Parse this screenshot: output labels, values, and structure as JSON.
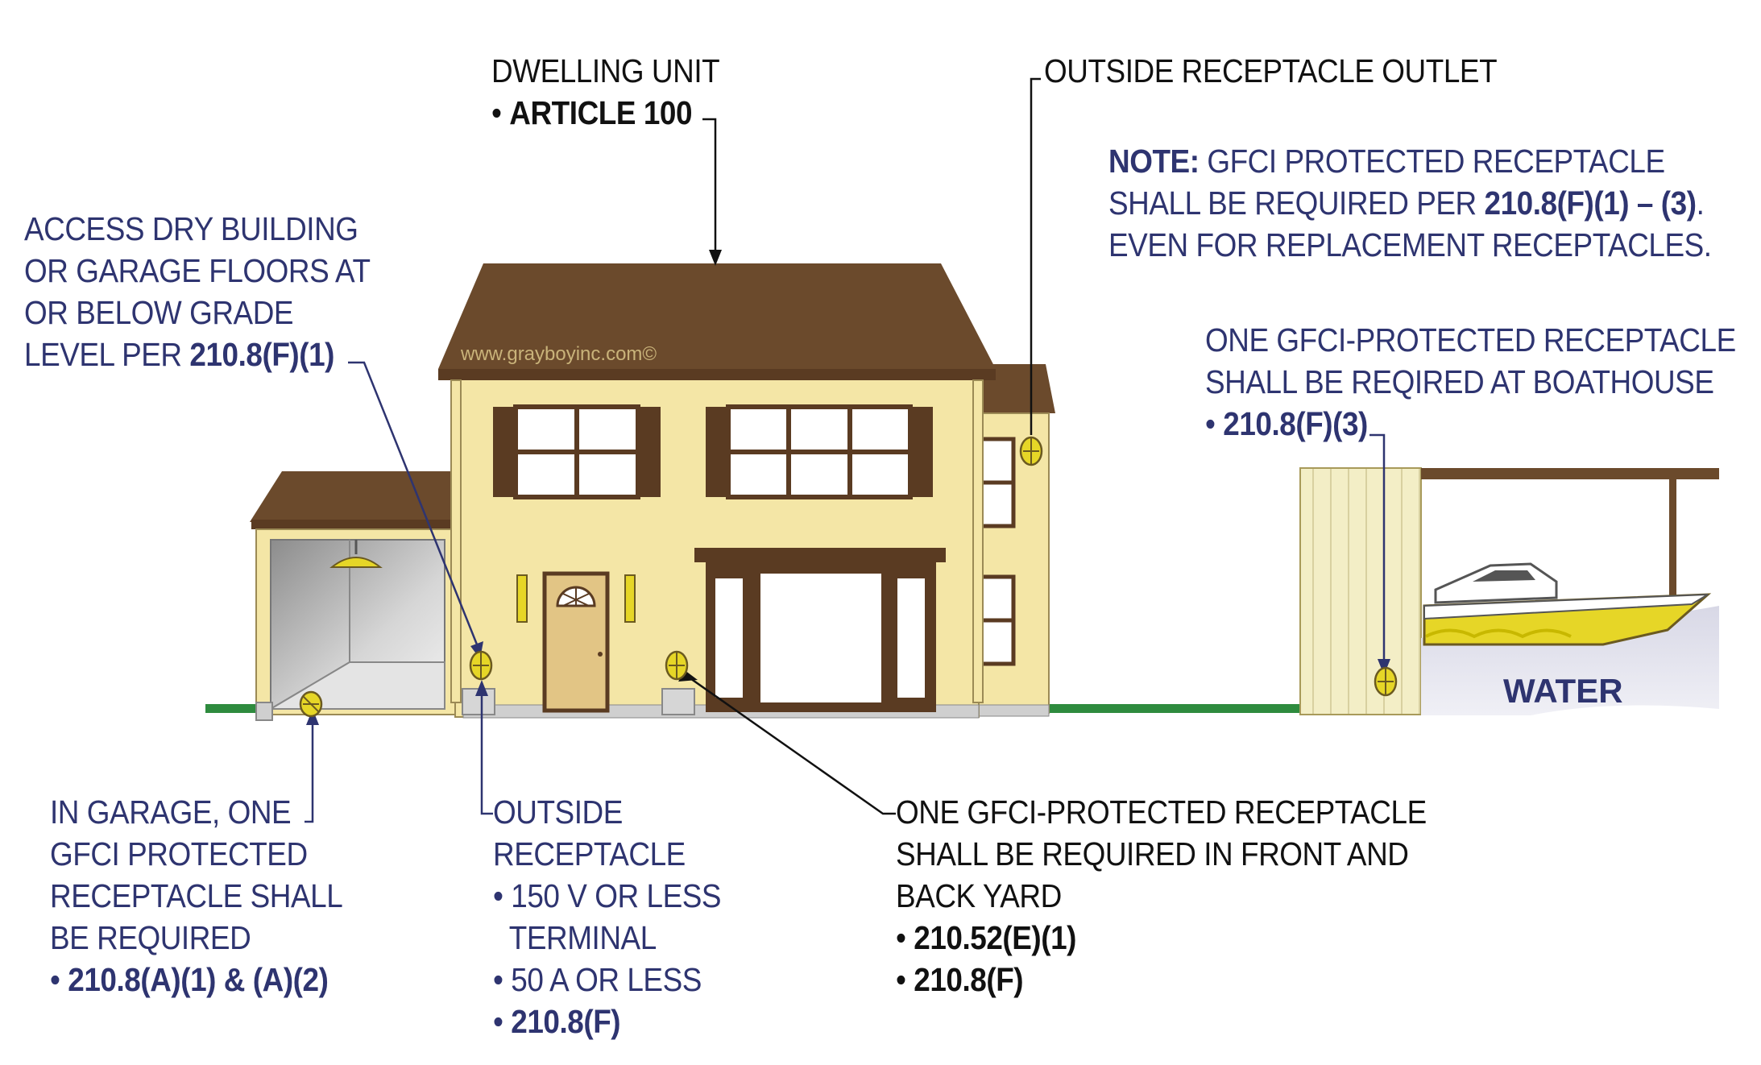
{
  "colors": {
    "navy_text": "#2e3470",
    "black_text": "#111111",
    "wall": "#f4e6a6",
    "roof": "#6b4a2c",
    "trim": "#5a3b22",
    "ground": "#2e8b3e",
    "receptacle": "#e6d627",
    "water": "#e3e3ee",
    "boathouse": "#f3eec6"
  },
  "watermark": "www.grayboyinc.com©",
  "water_label": "WATER",
  "callouts": {
    "dwelling": {
      "line1": "DWELLING UNIT",
      "line2_bullet": "• ",
      "line2_ref": "ARTICLE 100"
    },
    "outside_outlet": {
      "line1": "OUTSIDE RECEPTACLE OUTLET"
    },
    "note": {
      "prefix": "NOTE:",
      "line1": " GFCI PROTECTED RECEPTACLE",
      "line2_text": "SHALL BE REQUIRED PER ",
      "line2_ref": "210.8(F)(1) – (3)",
      "line2_end": ".",
      "line3": "EVEN FOR REPLACEMENT RECEPTACLES."
    },
    "access": {
      "line1": "ACCESS DRY BUILDING",
      "line2": "OR GARAGE FLOORS AT",
      "line3": "OR BELOW GRADE",
      "line4_text": "LEVEL PER ",
      "line4_ref": "210.8(F)(1)"
    },
    "boathouse": {
      "line1": "ONE GFCI-PROTECTED RECEPTACLE",
      "line2": "SHALL BE REQIRED AT BOATHOUSE",
      "line3_bullet": "• ",
      "line3_ref": "210.8(F)(3)"
    },
    "garage": {
      "line1": "IN GARAGE, ONE",
      "line2": "GFCI PROTECTED",
      "line3": "RECEPTACLE SHALL",
      "line4": "BE REQUIRED",
      "line5_bullet": "•  ",
      "line5_ref": "210.8(A)(1) & (A)(2)"
    },
    "outside_receptacle": {
      "line1": "OUTSIDE",
      "line2": "RECEPTACLE",
      "line3": "• 150 V OR LESS",
      "line4": "TERMINAL",
      "line5": "• 50 A OR LESS",
      "line6_bullet": "• ",
      "line6_ref": "210.8(F)"
    },
    "front_back": {
      "line1": "ONE GFCI-PROTECTED RECEPTACLE",
      "line2": "SHALL BE REQUIRED IN FRONT AND",
      "line3": "BACK YARD",
      "line4_bullet": "• ",
      "line4_ref": "210.52(E)(1)",
      "line5_bullet": "• ",
      "line5_ref": "210.8(F)"
    }
  }
}
